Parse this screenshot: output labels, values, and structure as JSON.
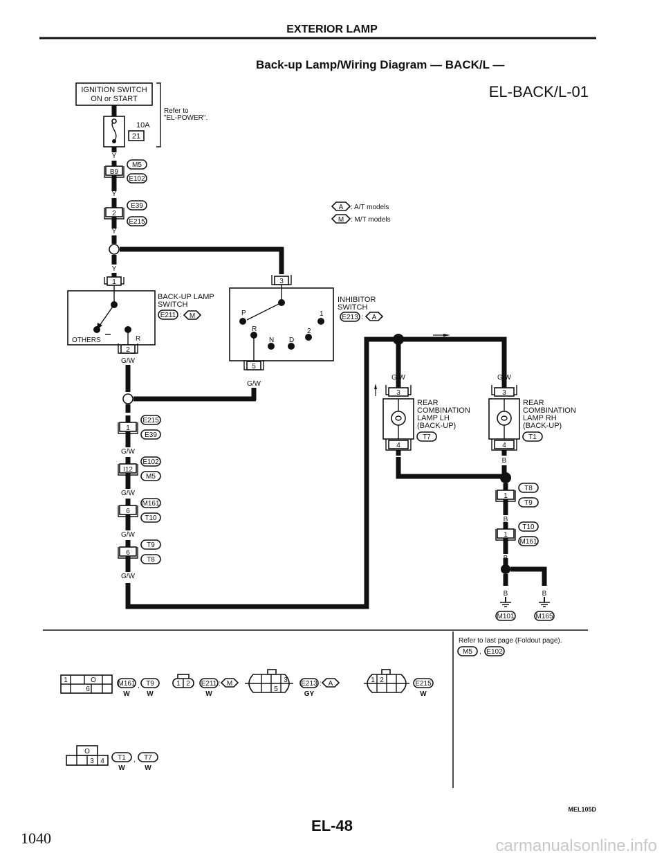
{
  "header": {
    "section_title": "EXTERIOR LAMP",
    "diagram_title": "Back-up Lamp/Wiring Diagram — BACK/L —",
    "diagram_code": "EL-BACK/L-01"
  },
  "legend": {
    "items": [
      {
        "symbol": "A",
        "text": ": A/T models"
      },
      {
        "symbol": "M",
        "text": ": M/T models"
      }
    ]
  },
  "power": {
    "ignition_switch_line1": "IGNITION SWITCH",
    "ignition_switch_line2": "ON or START",
    "fuse_rating": "10A",
    "fuse_number": "21",
    "refer_line1": "Refer to",
    "refer_line2": "\"EL-POWER\"."
  },
  "upper_connectors": [
    {
      "pin": "B9",
      "top": "M5",
      "bottom": "E102",
      "wire_below": "Y"
    },
    {
      "pin": "2",
      "top": "E39",
      "bottom": "E215",
      "wire_below": "Y"
    }
  ],
  "wire_colors": {
    "fuse_out": "Y",
    "to_backup_switch": "Y",
    "to_inhibitor": "Y",
    "backup_out": "G/W",
    "inhibitor_out": "G/W",
    "lamp_lh_in": "G/W",
    "lamp_rh_in": "G/W",
    "lamp_lh_out": "B",
    "lamp_rh_out": "B"
  },
  "backup_lamp_switch": {
    "label_line1": "BACK-UP LAMP",
    "label_line2": "SWITCH",
    "connector": "E211",
    "model": "M",
    "pin_in": "1",
    "pin_out": "2",
    "pos_others": "OTHERS",
    "pos_r": "R"
  },
  "inhibitor_switch": {
    "label_line1": "INHIBITOR",
    "label_line2": "SWITCH",
    "connector": "E213",
    "model": "A",
    "pin_in": "3",
    "pin_out": "5",
    "positions": [
      "P",
      "R",
      "N",
      "D",
      "2",
      "1"
    ]
  },
  "lower_connectors": [
    {
      "pin": "1",
      "top": "E215",
      "bottom": "E39",
      "wire_below": "G/W"
    },
    {
      "pin": "I12",
      "top": "E102",
      "bottom": "M5",
      "wire_below": "G/W"
    },
    {
      "pin": "6",
      "top": "M161",
      "bottom": "T10",
      "wire_below": "G/W"
    },
    {
      "pin": "6",
      "top": "T9",
      "bottom": "T8",
      "wire_below": "G/W"
    }
  ],
  "lamps": [
    {
      "line1": "REAR",
      "line2": "COMBINATION",
      "line3": "LAMP LH",
      "line4": "(BACK-UP)",
      "connector": "T7",
      "pin_in": "3",
      "pin_out": "4"
    },
    {
      "line1": "REAR",
      "line2": "COMBINATION",
      "line3": "LAMP RH",
      "line4": "(BACK-UP)",
      "connector": "T1",
      "pin_in": "3",
      "pin_out": "4"
    }
  ],
  "ground_connectors": [
    {
      "pin": "1",
      "top": "T8",
      "bottom": "T9",
      "wire_below": "B"
    },
    {
      "pin": "1",
      "top": "T10",
      "bottom": "M161",
      "wire_below": "B"
    }
  ],
  "grounds": [
    {
      "wire": "B",
      "connector": "M101"
    },
    {
      "wire": "B",
      "connector": "M165"
    }
  ],
  "connector_views": {
    "c1": {
      "labels": [
        "M161",
        "T9"
      ],
      "colors": [
        "W",
        "W"
      ],
      "cells_top": [
        "1",
        "",
        "O",
        ""
      ],
      "cells_bottom": [
        "",
        "6",
        "",
        ""
      ]
    },
    "c2": {
      "labels": [
        "E211"
      ],
      "model": "M",
      "colors": [
        "W"
      ],
      "cells": [
        "1",
        "2"
      ]
    },
    "c3": {
      "labels": [
        "E213"
      ],
      "model": "A",
      "colors": [
        "GY"
      ],
      "cells": [
        "3",
        "5"
      ]
    },
    "c4": {
      "labels": [
        "E215"
      ],
      "colors": [
        "W"
      ],
      "cells": [
        "1",
        "2"
      ]
    },
    "c5": {
      "labels": [
        "T1",
        "T7"
      ],
      "colors": [
        "W",
        "W"
      ],
      "cells": [
        "O",
        "3",
        "4"
      ]
    }
  },
  "foldout_note": {
    "text": "Refer to last page (Foldout page).",
    "connectors": [
      "M5",
      "E102"
    ],
    "separator": ","
  },
  "footer": {
    "figure_code": "MEL105D",
    "page_code": "EL-48",
    "page_number": "1040",
    "watermark": "carmanualsonline.info"
  }
}
